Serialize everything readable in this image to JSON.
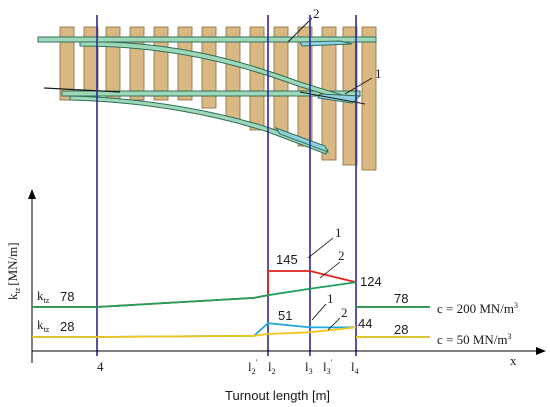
{
  "colors": {
    "sleeper": "#d9b884",
    "sleeper_stroke": "#8a6a3a",
    "rail": "#9fd8b8",
    "rail_stroke": "#2f6f5a",
    "blade": "#8fd0e0",
    "section_line": "#2a2a9c",
    "red": "#e0241c",
    "green": "#1fa05a",
    "yellow": "#f0c419",
    "blue": "#1fa8d8",
    "axis": "#000000"
  },
  "turnout": {
    "rail_labels": [
      "2",
      "1"
    ]
  },
  "chart_data": {
    "type": "line",
    "ylabel_main": "k",
    "ylabel_sub": "tz",
    "ylabel_unit": "[MN/m]",
    "xlabel": "Turnout length [m]",
    "x_axis_symbol": "x",
    "x_ticks": [
      {
        "main": "4",
        "sub": ""
      },
      {
        "main": "l",
        "sub": "2",
        "sup": "'"
      },
      {
        "main": "l",
        "sub": "2",
        "sup": ""
      },
      {
        "main": "l",
        "sub": "3",
        "sup": ""
      },
      {
        "main": "l",
        "sub": "3",
        "sup": "'"
      },
      {
        "main": "l",
        "sub": "4",
        "sup": ""
      }
    ],
    "section_positions": [
      0,
      4,
      9.5,
      10,
      12,
      13,
      16
    ],
    "series": [
      {
        "name": "1",
        "stiffness": "200",
        "color_key": "red",
        "points": [
          [
            0,
            78
          ],
          [
            4,
            78
          ],
          [
            9.5,
            95
          ],
          [
            10,
            100
          ],
          [
            10,
            145
          ],
          [
            12,
            145
          ],
          [
            13,
            124
          ],
          [
            13,
            78
          ],
          [
            16,
            78
          ]
        ]
      },
      {
        "name": "2",
        "stiffness": "200",
        "color_key": "green",
        "points": [
          [
            0,
            78
          ],
          [
            4,
            78
          ],
          [
            9.5,
            95
          ],
          [
            10,
            100
          ],
          [
            12,
            112
          ],
          [
            13,
            124
          ],
          [
            13,
            78
          ],
          [
            16,
            78
          ]
        ]
      },
      {
        "name": "1",
        "stiffness": "50",
        "color_key": "blue",
        "points": [
          [
            0,
            28
          ],
          [
            4,
            28
          ],
          [
            9.5,
            30
          ],
          [
            10,
            51
          ],
          [
            12,
            44
          ],
          [
            13,
            44
          ],
          [
            13,
            28
          ],
          [
            16,
            28
          ]
        ]
      },
      {
        "name": "2",
        "stiffness": "50",
        "color_key": "yellow",
        "points": [
          [
            0,
            28
          ],
          [
            4,
            28
          ],
          [
            9.5,
            30
          ],
          [
            10,
            33
          ],
          [
            12,
            36
          ],
          [
            13,
            44
          ],
          [
            13,
            28
          ],
          [
            16,
            28
          ]
        ]
      }
    ],
    "value_labels": {
      "left_high": "78",
      "left_low": "28",
      "peak_high": "145",
      "right_mid_high": "124",
      "right_high": "78",
      "peak_low": "51",
      "right_mid_low": "44",
      "right_low": "28"
    },
    "curve_labels": {
      "high_1": "1",
      "high_2": "2",
      "low_1": "1",
      "low_2": "2"
    },
    "ktz_symbol": {
      "main": "k",
      "sub": "tz"
    },
    "stiffness_labels": {
      "high": {
        "prefix": "c = 200 MN/m",
        "sup": "3"
      },
      "low": {
        "prefix": "c = 50 MN/m",
        "sup": "3"
      }
    }
  }
}
